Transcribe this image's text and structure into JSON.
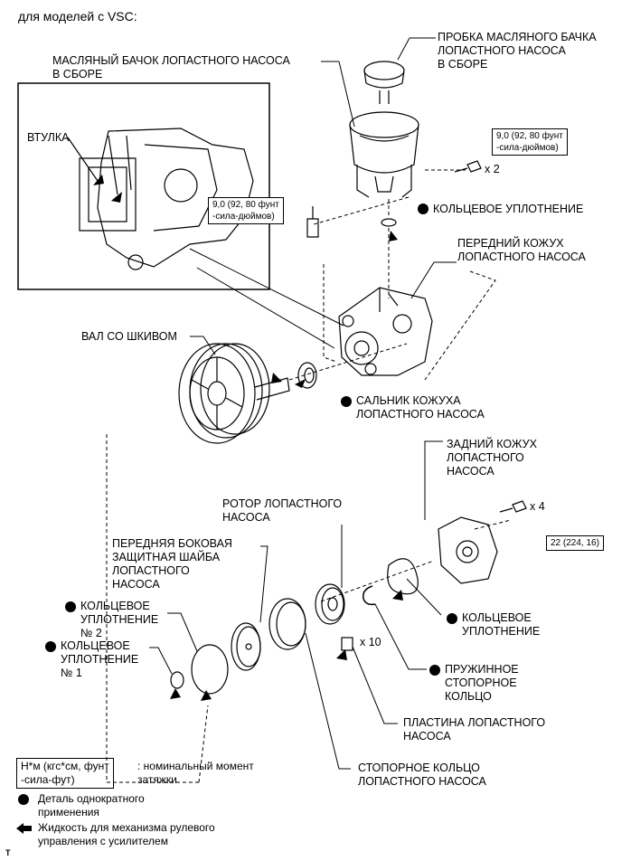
{
  "header": "для моделей с VSC:",
  "labels": {
    "cap": "ПРОБКА МАСЛЯНОГО БАЧКА\nЛОПАСТНОГО НАСОСА\nВ СБОРЕ",
    "reservoir": "МАСЛЯНЫЙ БАЧОК ЛОПАСТНОГО НАСОСА\nВ СБОРЕ",
    "bushing": "ВТУЛКА",
    "oring_top": "КОЛЬЦЕВОЕ УПЛОТНЕНИЕ",
    "front_housing": "ПЕРЕДНИЙ КОЖУХ\nЛОПАСТНОГО НАСОСА",
    "shaft": "ВАЛ СО ШКИВОМ",
    "oil_seal": "САЛЬНИК КОЖУХА\nЛОПАСТНОГО НАСОСА",
    "rear_housing": "ЗАДНИЙ КОЖУХ\nЛОПАСТНОГО\nНАСОСА",
    "rotor": "РОТОР ЛОПАСТНОГО\nНАСОСА",
    "front_plate": "ПЕРЕДНЯЯ БОКОВАЯ\nЗАЩИТНАЯ ШАЙБА\nЛОПАСТНОГО\nНАСОСА",
    "oring2": "КОЛЬЦЕВОЕ\nУПЛОТНЕНИЕ\n№ 2",
    "oring1": "КОЛЬЦЕВОЕ\nУПЛОТНЕНИЕ\n№ 1",
    "oring_rear": "КОЛЬЦЕВОЕ\nУПЛОТНЕНИЕ",
    "snap_ring": "ПРУЖИННОЕ\nСТОПОРНОЕ\nКОЛЬЦО",
    "vane_plate": "ПЛАСТИНА ЛОПАСТНОГО\nНАСОСА",
    "cam_ring": "СТОПОРНОЕ КОЛЬЦО\nЛОПАСТНОГО НАСОСА"
  },
  "torques": {
    "upper_right": "9,0 (92, 80 фунт\n-сила-дюймов)",
    "left": "9,0 (92, 80 фунт\n-сила-дюймов)",
    "rear": "22 (224, 16)"
  },
  "multipliers": {
    "bolt_upper": "x 2",
    "bolt_rear": "x 4",
    "vanes": "x 10"
  },
  "legend": {
    "torque_unit": "Н*м (кгс*см, фунт\n-сила-фут)",
    "torque_desc": ": номинальный момент\nзатяжки",
    "non_reusable": "Деталь однократного\nприменения",
    "fluid": "Жидкость для механизма рулевого\nуправления с усилителем"
  },
  "corner_mark": "T"
}
